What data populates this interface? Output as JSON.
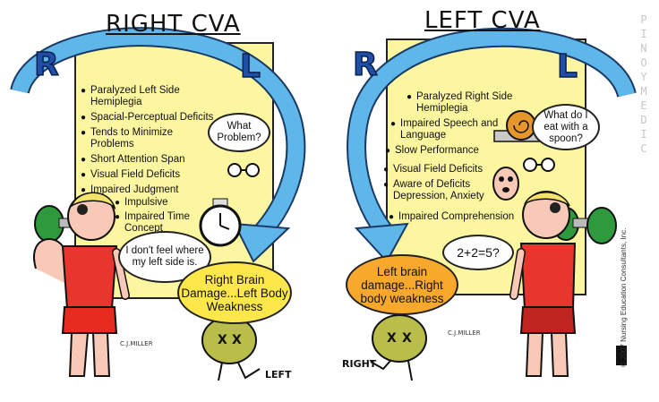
{
  "colors": {
    "panel": "#fdf6a0",
    "arrow": "#5fb6e8",
    "letters": "#1f4fa8",
    "shirt": "#e8362f",
    "skin": "#f8c9b6",
    "dumbbell": "#2e9a3c"
  },
  "right_cva": {
    "title": "RIGHT CVA",
    "letter_r": "R",
    "letter_l": "L",
    "items": [
      "Paralyzed Left Side Hemiplegia",
      "Spacial-Perceptual Deficits",
      "Tends to Minimize Problems",
      "Short Attention Span",
      "Visual Field Deficits",
      "Impaired Judgment"
    ],
    "sub_items": [
      "Impulsive",
      "Impaired Time Concept"
    ],
    "bubble_problem": "What Problem?",
    "bubble_feel": "I don't feel where my left side is.",
    "bubble_damage": "Right Brain Damage...Left Body Weakness",
    "label_left": "LEFT",
    "signature": "C.J.MILLER"
  },
  "left_cva": {
    "title": "LEFT CVA",
    "letter_r": "R",
    "letter_l": "L",
    "items": [
      "Paralyzed Right Side Hemiplegia",
      "Impaired Speech and Language",
      "Slow Performance",
      "Visual Field Deficits",
      "Aware of Deficits Depression, Anxiety",
      "Impaired Comprehension"
    ],
    "bubble_spoon": "What do I eat with a spoon?",
    "bubble_math": "2+2=5?",
    "bubble_damage": "Left brain damage...Right body weakness",
    "label_right": "RIGHT",
    "signature": "C.J.MILLER"
  },
  "watermark": "PINOY MEDIC",
  "copyright": "© 2007 Nursing Education Consultants, Inc."
}
